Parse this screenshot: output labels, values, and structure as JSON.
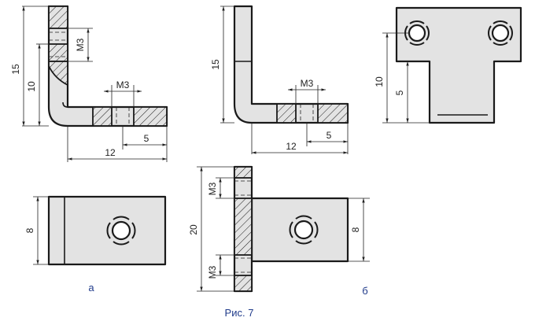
{
  "figure": {
    "caption": "Рис. 7",
    "variant_a": "а",
    "variant_b": "б"
  },
  "dimensions": {
    "a_front": {
      "height_total": "15",
      "height_inner": "10",
      "thread_top": "M3",
      "thread_bottom": "M3",
      "offset": "5",
      "length": "12"
    },
    "b_front": {
      "height_total": "15",
      "thread": "M3",
      "offset": "5",
      "length": "12"
    },
    "side_view": {
      "height": "10",
      "offset": "5"
    },
    "a_top": {
      "width": "8"
    },
    "b_top": {
      "height": "20",
      "thread_top": "M3",
      "thread_bottom": "M3",
      "width": "8"
    }
  }
}
